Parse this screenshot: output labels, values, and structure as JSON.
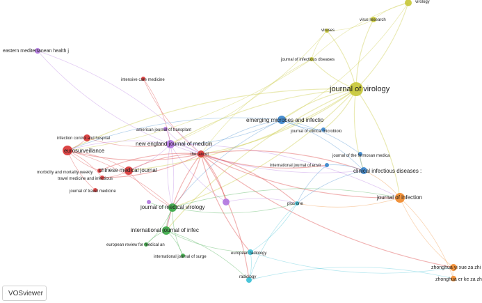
{
  "colors": {
    "red": "#d93636",
    "green": "#39a845",
    "blue": "#3a85cc",
    "yellow": "#c8c83a",
    "purple": "#b276e0",
    "cyan": "#3cc0d6",
    "orange": "#f08a2c"
  },
  "nodes": [
    {
      "id": "virology",
      "label": "virology",
      "cluster": "yellow"
    },
    {
      "id": "virus-research",
      "label": "virus research",
      "cluster": "yellow"
    },
    {
      "id": "viruses",
      "label": "viruses",
      "cluster": "yellow"
    },
    {
      "id": "journal-of-infectious-diseases",
      "label": "journal of infectious diseases",
      "cluster": "yellow"
    },
    {
      "id": "journal-of-virology",
      "label": "journal of virology",
      "cluster": "yellow"
    },
    {
      "id": "eastern-mediterranean",
      "label": "eastern mediterranean health j",
      "cluster": "purple"
    },
    {
      "id": "intensive-care-medicine",
      "label": "intensive care medicine",
      "cluster": "red"
    },
    {
      "id": "emerging-microbes",
      "label": "emerging microbes and infectio",
      "cluster": "blue"
    },
    {
      "id": "journal-of-clinical-microbiolo",
      "label": "journal of clinical microbiolo",
      "cluster": "blue"
    },
    {
      "id": "american-journal-of-transplant",
      "label": "american journal of transplant",
      "cluster": "purple"
    },
    {
      "id": "infection-control",
      "label": "infection control and hospital",
      "cluster": "red"
    },
    {
      "id": "new-england",
      "label": "new england journal of medicin",
      "cluster": "purple"
    },
    {
      "id": "eurosurveillance",
      "label": "eurosurveillance",
      "cluster": "red"
    },
    {
      "id": "the-lancet",
      "label": "the lancet",
      "cluster": "red"
    },
    {
      "id": "journal-of-the-formosan",
      "label": "journal of the formosan medica",
      "cluster": "blue"
    },
    {
      "id": "international-journal-of-envir",
      "label": "international journal of envir",
      "cluster": "blue"
    },
    {
      "id": "clinical-infectious-diseases",
      "label": "clinical infectious diseases :",
      "cluster": "blue"
    },
    {
      "id": "morbidity",
      "label": "morbidity and mortality weekly",
      "cluster": "red"
    },
    {
      "id": "chinese-medical-journal",
      "label": "chinese medical journal",
      "cluster": "red"
    },
    {
      "id": "travel-medicine",
      "label": "travel medicine and infectious",
      "cluster": "red"
    },
    {
      "id": "journal-of-travel-medicine",
      "label": "journal of travel medicine",
      "cluster": "red"
    },
    {
      "id": "journal-of-infection",
      "label": "journal of infection",
      "cluster": "orange"
    },
    {
      "id": "unlabeled-purple",
      "label": "",
      "cluster": "purple"
    },
    {
      "id": "unlabeled-purple-2",
      "label": "",
      "cluster": "purple"
    },
    {
      "id": "plos-one",
      "label": "plos one",
      "cluster": "cyan"
    },
    {
      "id": "journal-of-medical-virology",
      "label": "journal of medical virology",
      "cluster": "green"
    },
    {
      "id": "international-journal-of-infec",
      "label": "international journal of infec",
      "cluster": "green"
    },
    {
      "id": "european-review",
      "label": "european review for medical an",
      "cluster": "green"
    },
    {
      "id": "european-radiology",
      "label": "european radiology",
      "cluster": "cyan"
    },
    {
      "id": "international-journal-of-surge",
      "label": "international journal of surge",
      "cluster": "green"
    },
    {
      "id": "radiology",
      "label": "radiology",
      "cluster": "cyan"
    },
    {
      "id": "zhonghua-yi-xue",
      "label": "zhonghua yi xue za zhi",
      "cluster": "orange"
    },
    {
      "id": "zhonghua-er-ke",
      "label": "zhonghua er ke za zhi = chines",
      "cluster": "orange"
    }
  ],
  "edges": [
    [
      "journal-of-virology",
      "virology"
    ],
    [
      "journal-of-virology",
      "virus-research"
    ],
    [
      "journal-of-virology",
      "viruses"
    ],
    [
      "journal-of-virology",
      "journal-of-infectious-diseases"
    ],
    [
      "journal-of-virology",
      "emerging-microbes"
    ],
    [
      "journal-of-virology",
      "the-lancet"
    ],
    [
      "journal-of-virology",
      "new-england"
    ],
    [
      "journal-of-virology",
      "journal-of-medical-virology"
    ],
    [
      "journal-of-virology",
      "clinical-infectious-diseases"
    ],
    [
      "journal-of-virology",
      "journal-of-infection"
    ],
    [
      "journal-of-virology",
      "international-journal-of-infec"
    ],
    [
      "journal-of-virology",
      "journal-of-clinical-microbiolo"
    ],
    [
      "journal-of-virology",
      "eurosurveillance"
    ],
    [
      "journal-of-virology",
      "chinese-medical-journal"
    ],
    [
      "virology",
      "virus-research"
    ],
    [
      "virology",
      "emerging-microbes"
    ],
    [
      "virology",
      "journal-of-infectious-diseases"
    ],
    [
      "virus-research",
      "viruses"
    ],
    [
      "viruses",
      "journal-of-infectious-diseases"
    ],
    [
      "viruses",
      "new-england"
    ],
    [
      "journal-of-infectious-diseases",
      "the-lancet"
    ],
    [
      "journal-of-infectious-diseases",
      "eurosurveillance"
    ],
    [
      "eastern-mediterranean",
      "new-england"
    ],
    [
      "eastern-mediterranean",
      "the-lancet"
    ],
    [
      "intensive-care-medicine",
      "the-lancet"
    ],
    [
      "intensive-care-medicine",
      "new-england"
    ],
    [
      "emerging-microbes",
      "the-lancet"
    ],
    [
      "emerging-microbes",
      "new-england"
    ],
    [
      "emerging-microbes",
      "journal-of-medical-virology"
    ],
    [
      "emerging-microbes",
      "clinical-infectious-diseases"
    ],
    [
      "emerging-microbes",
      "eurosurveillance"
    ],
    [
      "american-journal-of-transplant",
      "new-england"
    ],
    [
      "american-journal-of-transplant",
      "the-lancet"
    ],
    [
      "infection-control",
      "eurosurveillance"
    ],
    [
      "infection-control",
      "new-england"
    ],
    [
      "new-england",
      "the-lancet"
    ],
    [
      "new-england",
      "eurosurveillance"
    ],
    [
      "new-england",
      "chinese-medical-journal"
    ],
    [
      "new-england",
      "journal-of-medical-virology"
    ],
    [
      "new-england",
      "international-journal-of-infec"
    ],
    [
      "new-england",
      "clinical-infectious-diseases"
    ],
    [
      "new-england",
      "journal-of-infection"
    ],
    [
      "new-england",
      "unlabeled-purple"
    ],
    [
      "the-lancet",
      "eurosurveillance"
    ],
    [
      "the-lancet",
      "chinese-medical-journal"
    ],
    [
      "the-lancet",
      "journal-of-medical-virology"
    ],
    [
      "the-lancet",
      "international-journal-of-infec"
    ],
    [
      "the-lancet",
      "clinical-infectious-diseases"
    ],
    [
      "the-lancet",
      "journal-of-infection"
    ],
    [
      "the-lancet",
      "plos-one"
    ],
    [
      "the-lancet",
      "european-radiology"
    ],
    [
      "the-lancet",
      "radiology"
    ],
    [
      "the-lancet",
      "international-journal-of-envir"
    ],
    [
      "the-lancet",
      "unlabeled-purple"
    ],
    [
      "the-lancet",
      "zhonghua-yi-xue"
    ],
    [
      "the-lancet",
      "travel-medicine"
    ],
    [
      "the-lancet",
      "morbidity"
    ],
    [
      "eurosurveillance",
      "chinese-medical-journal"
    ],
    [
      "eurosurveillance",
      "morbidity"
    ],
    [
      "eurosurveillance",
      "travel-medicine"
    ],
    [
      "eurosurveillance",
      "journal-of-travel-medicine"
    ],
    [
      "eurosurveillance",
      "journal-of-medical-virology"
    ],
    [
      "chinese-medical-journal",
      "journal-of-medical-virology"
    ],
    [
      "chinese-medical-journal",
      "travel-medicine"
    ],
    [
      "journal-of-medical-virology",
      "international-journal-of-infec"
    ],
    [
      "journal-of-medical-virology",
      "unlabeled-purple-2"
    ],
    [
      "journal-of-medical-virology",
      "plos-one"
    ],
    [
      "journal-of-medical-virology",
      "european-review"
    ],
    [
      "journal-of-medical-virology",
      "international-journal-of-surge"
    ],
    [
      "journal-of-medical-virology",
      "journal-of-infection"
    ],
    [
      "international-journal-of-infec",
      "european-review"
    ],
    [
      "international-journal-of-infec",
      "international-journal-of-surge"
    ],
    [
      "international-journal-of-infec",
      "european-radiology"
    ],
    [
      "international-journal-of-infec",
      "radiology"
    ],
    [
      "journal-of-infection",
      "zhonghua-yi-xue"
    ],
    [
      "journal-of-infection",
      "zhonghua-er-ke"
    ],
    [
      "journal-of-infection",
      "clinical-infectious-diseases"
    ],
    [
      "journal-of-infection",
      "plos-one"
    ],
    [
      "clinical-infectious-diseases",
      "international-journal-of-envir"
    ],
    [
      "clinical-infectious-diseases",
      "journal-of-the-formosan"
    ],
    [
      "clinical-infectious-diseases",
      "plos-one"
    ],
    [
      "plos-one",
      "european-radiology"
    ],
    [
      "plos-one",
      "radiology"
    ],
    [
      "european-radiology",
      "radiology"
    ],
    [
      "european-radiology",
      "zhonghua-yi-xue"
    ],
    [
      "radiology",
      "zhonghua-er-ke"
    ],
    [
      "zhonghua-yi-xue",
      "zhonghua-er-ke"
    ],
    [
      "journal-of-clinical-microbiolo",
      "emerging-microbes"
    ],
    [
      "journal-of-the-formosan",
      "emerging-microbes"
    ],
    [
      "unlabeled-purple",
      "plos-one"
    ],
    [
      "international-journal-of-envir",
      "plos-one"
    ]
  ],
  "watermark": {
    "text": "VOSviewer",
    "icon": "vosviewer-logo-icon"
  }
}
